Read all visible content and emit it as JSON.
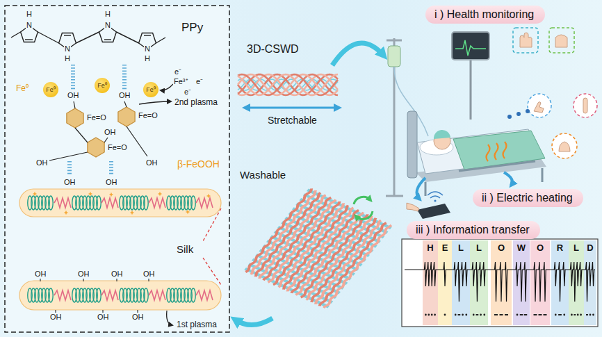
{
  "diagram": {
    "nodes": [
      {
        "text": [
          "Fe⁰"
        ]
      },
      {
        "text": [
          "Fe⁰"
        ]
      },
      {
        "text": [
          "Fe⁰"
        ]
      },
      {
        "text": [
          "i ) Health monitoring"
        ]
      },
      {
        "text": [
          "ii ) Electric heating"
        ]
      },
      {
        "text": [
          "iii ) Information transfer"
        ]
      },
      {
        "text": [
          "H"
        ]
      },
      {
        "text": [
          "E"
        ]
      },
      {
        "text": [
          "L"
        ]
      },
      {
        "text": [
          "L"
        ]
      },
      {
        "text": [
          "O"
        ]
      },
      {
        "text": [
          "W"
        ]
      },
      {
        "text": [
          "O"
        ]
      },
      {
        "text": [
          "R"
        ]
      },
      {
        "text": [
          "L"
        ]
      },
      {
        "text": [
          "D"
        ]
      }
    ],
    "labels": [
      "PPy",
      "H",
      "N",
      "N",
      "H",
      "H",
      "N",
      "N",
      "H",
      "Fe⁰",
      "e⁻",
      "Fe³⁺",
      "e⁻",
      "e⁻",
      "OH",
      "OH",
      "Fe=O",
      "Fe=O",
      "OH",
      "Fe=O",
      "2nd plasma",
      "OH",
      "OH",
      "β-FeOOH",
      "OH",
      "OH",
      "Silk",
      "OH",
      "OH",
      "OH",
      "OH",
      "OH",
      "OH",
      "OH",
      "1st plasma",
      "3D-CSWD",
      "Stretchable",
      "Washable"
    ]
  }
}
